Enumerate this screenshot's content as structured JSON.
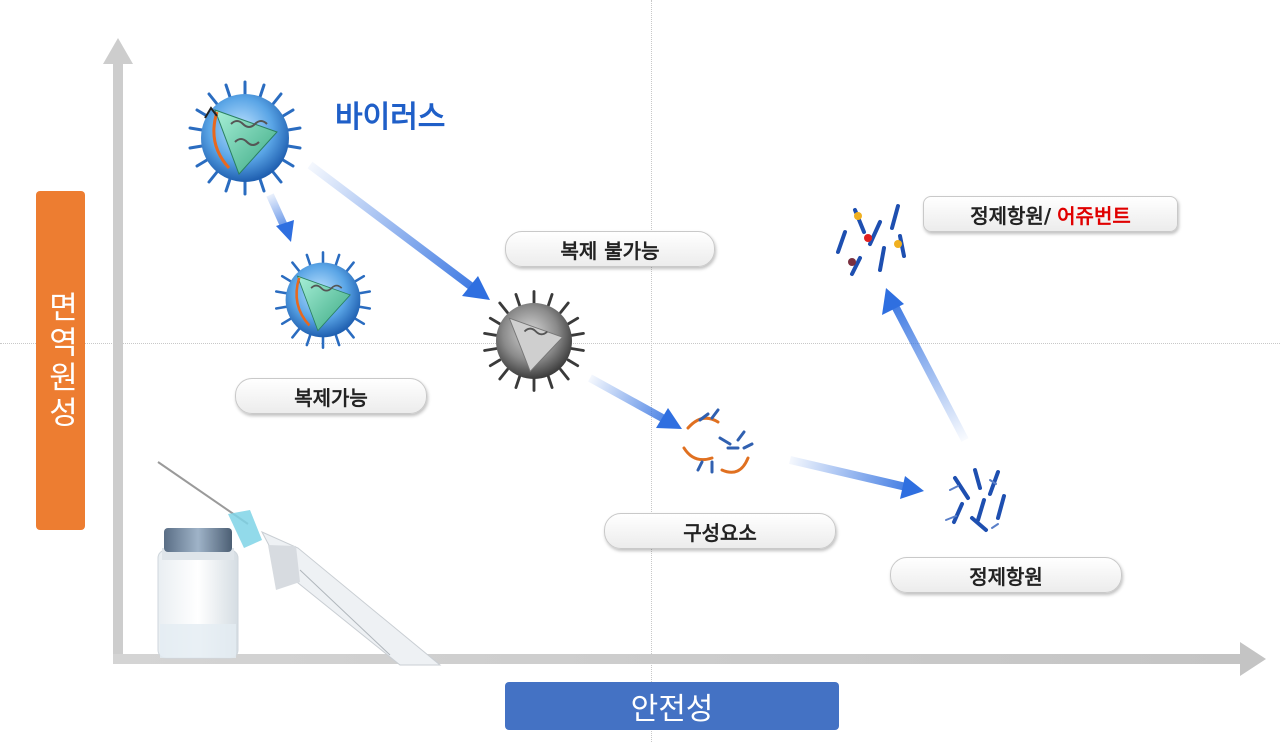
{
  "axes": {
    "y_label": "면역원성",
    "x_label": "안전성"
  },
  "nodes": {
    "virus": "바이러스",
    "replicable": "복제가능",
    "non_replicable": "복제 불가능",
    "components": "구성요소",
    "purified_antigen": "정제항원",
    "purified_antigen_adjuvant": "정제항원/",
    "adjuvant": "어쥬번트"
  },
  "colors": {
    "y_axis_box": "#ed7d31",
    "x_axis_box": "#4472c4",
    "virus_label": "#1f5fc8",
    "arrow": "#2f6fe0",
    "adjuvant_text": "#e00000"
  }
}
